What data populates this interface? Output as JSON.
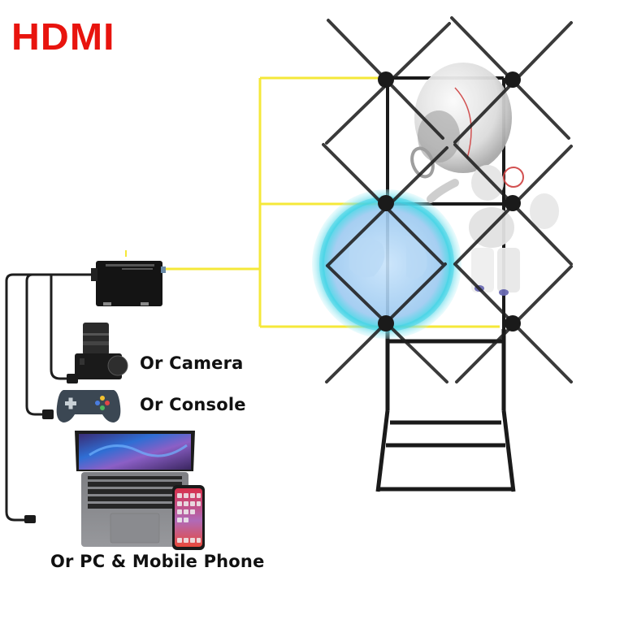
{
  "title": "HDMI",
  "colors": {
    "title_red": "#e8140e",
    "signal_line_yellow": "#f5e839",
    "frame_black": "#1a1a1a",
    "hologram_cyan": "#3fd4e6",
    "hologram_blue": "#9fcdf2"
  },
  "sources": [
    {
      "label": "Or Camera",
      "icon": "camera-icon"
    },
    {
      "label": "Or Console",
      "icon": "gamepad-icon"
    },
    {
      "label": "Or PC & Mobile Phone",
      "icon": "laptop-phone-icon"
    }
  ],
  "hub": {
    "icon": "hdmi-splitter-box-icon"
  },
  "display": {
    "type": "holographic fan wall (2x3 array)",
    "content": [
      "robot-hologram",
      "globe-hologram"
    ],
    "icon": "hologram-fan-stand-icon"
  }
}
